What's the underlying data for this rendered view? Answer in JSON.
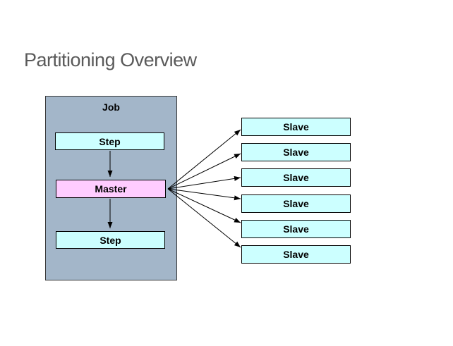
{
  "slide": {
    "title": "Partitioning Overview"
  },
  "colors": {
    "background": "#FFFFFF",
    "title_text": "#5A5A5A",
    "job_fill": "#A3B6C9",
    "job_border": "#3A3A3A",
    "step_fill": "#CCFFFF",
    "master_fill": "#FFCCFF",
    "slave_fill": "#CCFFFF",
    "box_border": "#000000",
    "label_text": "#000000",
    "arrow": "#000000"
  },
  "diagram": {
    "job_label": "Job",
    "step_top_label": "Step",
    "master_label": "Master",
    "step_bottom_label": "Step",
    "slaves": [
      {
        "label": "Slave"
      },
      {
        "label": "Slave"
      },
      {
        "label": "Slave"
      },
      {
        "label": "Slave"
      },
      {
        "label": "Slave"
      },
      {
        "label": "Slave"
      }
    ],
    "connections": [
      "step-top -> master",
      "master -> step-bottom",
      "master -> slave-1",
      "master -> slave-2",
      "master -> slave-3",
      "master -> slave-4",
      "master -> slave-5",
      "master -> slave-6"
    ]
  }
}
